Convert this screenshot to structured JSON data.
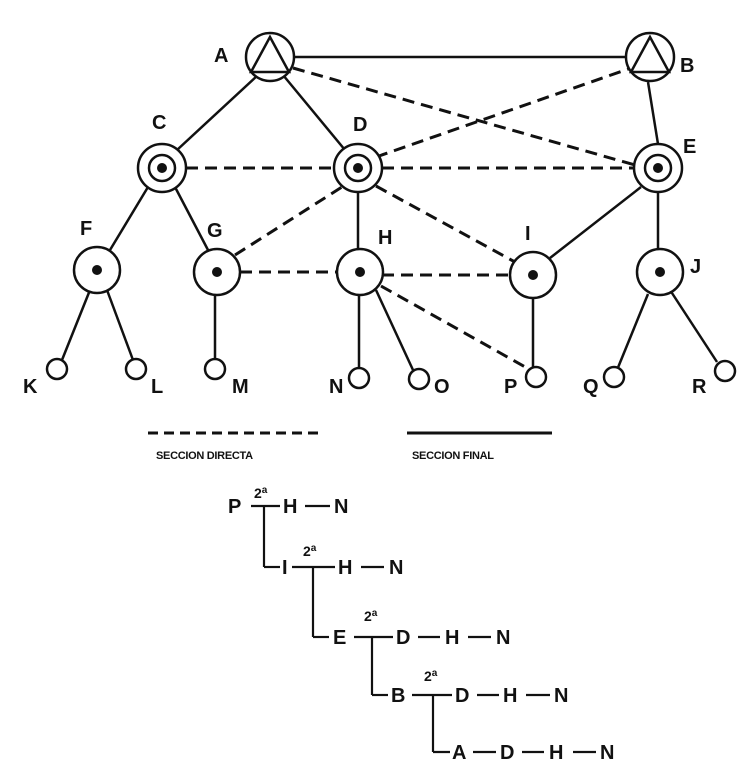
{
  "nodes": {
    "A": "A",
    "B": "B",
    "C": "C",
    "D": "D",
    "E": "E",
    "F": "F",
    "G": "G",
    "H": "H",
    "I": "I",
    "J": "J",
    "K": "K",
    "L": "L",
    "M": "M",
    "N": "N",
    "O": "O",
    "P": "P",
    "Q": "Q",
    "R": "R"
  },
  "legend": {
    "direct": "SECCION DIRECTA",
    "final": "SECCION FINAL"
  },
  "routing": {
    "sup": "2a",
    "row1": [
      "P",
      "H",
      "N"
    ],
    "row2": [
      "I",
      "H",
      "N"
    ],
    "row3": [
      "E",
      "D",
      "H",
      "N"
    ],
    "row4": [
      "B",
      "D",
      "H",
      "N"
    ],
    "row5": [
      "A",
      "D",
      "H",
      "N"
    ]
  },
  "colors": {
    "ink": "#111111",
    "node_fill": "#ffffff",
    "background": "#ffffff"
  }
}
